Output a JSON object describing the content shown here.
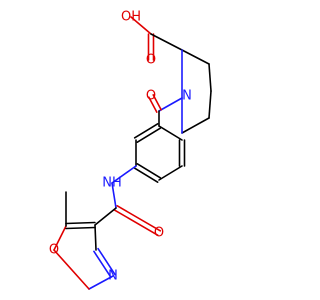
{
  "colors": {
    "bond": "#000000",
    "oxygen": "#e00000",
    "nitrogen": "#1a1aff",
    "background": "#ffffff"
  },
  "molecule": {
    "atoms": {
      "acid_oh": {
        "label": "OH",
        "element": "O"
      },
      "acid_o": {
        "label": "O",
        "element": "O"
      },
      "amide_o1": {
        "label": "O",
        "element": "O"
      },
      "pip_n": {
        "label": "N",
        "element": "N"
      },
      "nh": {
        "label": "NH",
        "element": "N"
      },
      "amide_o2": {
        "label": "O",
        "element": "O"
      },
      "ring_o": {
        "label": "O",
        "element": "O"
      },
      "ring_n": {
        "label": "N",
        "element": "N"
      }
    }
  }
}
